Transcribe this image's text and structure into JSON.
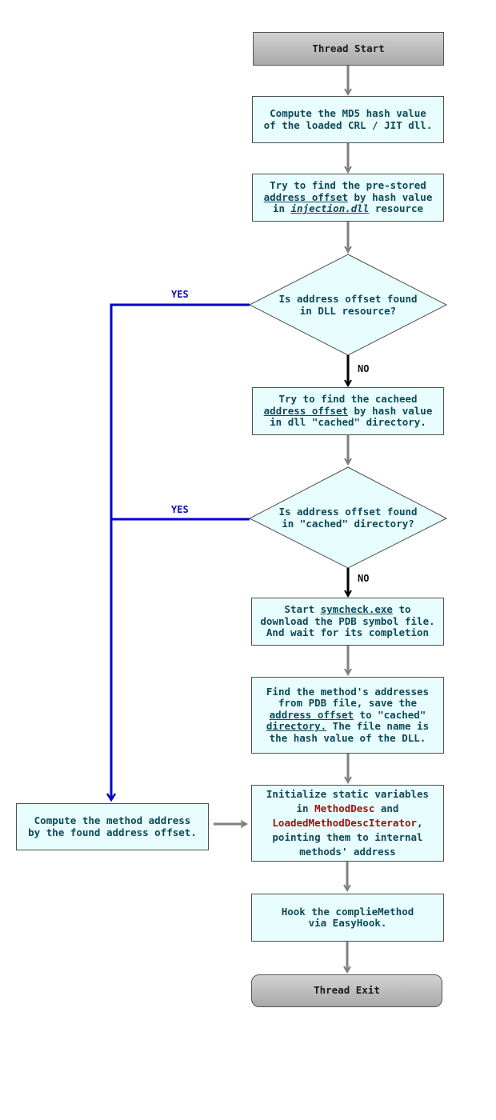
{
  "nodes": {
    "thread_start": {
      "label": "Thread Start"
    },
    "compute_md5": {
      "lines": [
        "Compute the MD5 hash value",
        "of the loaded CRL / JIT dll."
      ]
    },
    "find_prestored": {
      "line1": "Try to find the pre-stored",
      "line2_link": "address offset",
      "line2_rest": " by hash value",
      "line3_pre": "in ",
      "line3_italic": "injection.dll",
      "line3_post": " resource"
    },
    "decision_dll": {
      "lines": [
        "Is address offset found",
        "in DLL resource?"
      ]
    },
    "find_cached": {
      "line1": "Try to find the cacheed",
      "line2_link": "address offset",
      "line2_rest": " by hash value",
      "line3": "in dll \"cached\" directory."
    },
    "decision_cached": {
      "lines": [
        "Is address offset found",
        "in \"cached\" directory?"
      ]
    },
    "start_symcheck": {
      "line1_pre": "Start ",
      "line1_link": "symcheck.exe",
      "line1_post": " to",
      "line2": "download the PDB symbol file.",
      "line3": "And wait for its completion"
    },
    "find_methods": {
      "line1": "Find the method's addresses",
      "line2": "from PDB file, save the",
      "line3_link": "address offset",
      "line3_post": " to \"cached\"",
      "line4_link": "directory.",
      "line4_post": " The file name is",
      "line5": "the hash value of the DLL."
    },
    "initialize_static": {
      "line1": "Initialize static variables",
      "line2_pre": "in ",
      "line2_red": "MethodDesc",
      "line2_post": " and",
      "line3_red": "LoadedMethodDescIterator",
      "line3_post": ",",
      "line4": "pointing them to internal",
      "line5": "methods' address"
    },
    "compute_method_address": {
      "lines": [
        "Compute the method address",
        "by the found address offset."
      ]
    },
    "hook_compile": {
      "lines": [
        "Hook the complieMethod",
        "via EasyHook."
      ]
    },
    "thread_exit": {
      "label": "Thread Exit"
    }
  },
  "edge_labels": {
    "yes_1": "YES",
    "no_1": "NO",
    "yes_2": "YES",
    "no_2": "NO"
  },
  "colors": {
    "box_fill": "#e8fdfd",
    "box_text": "#0e4a5a",
    "arrow_gray": "#808080",
    "arrow_black": "#000000",
    "yes_path": "#0000cc",
    "highlight_red": "#a01010",
    "terminal_fill": "#bdbdbd"
  }
}
